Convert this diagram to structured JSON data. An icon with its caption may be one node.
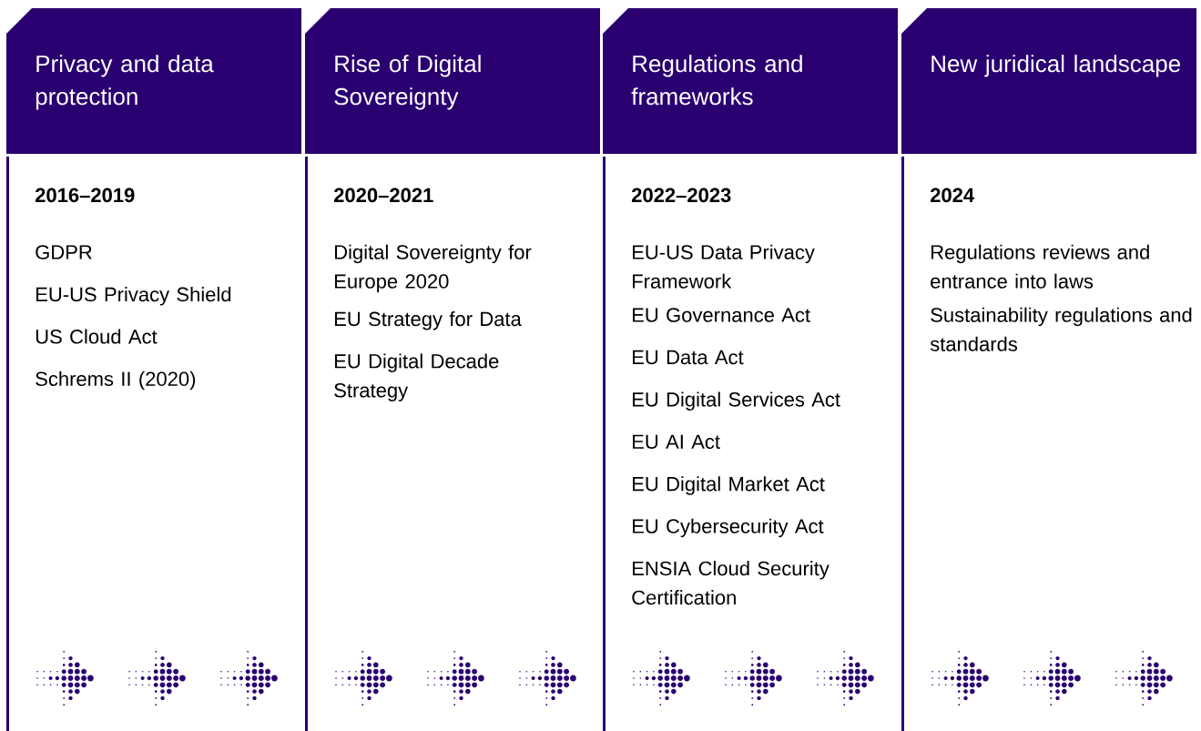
{
  "diagram": {
    "nodes": [
      {
        "text": [
          "Privacy and data protection"
        ]
      },
      {
        "text": [
          "2016–2019",
          "GDPR",
          "EU-US Privacy Shield",
          "US Cloud Act",
          "Schrems II (2020)"
        ]
      },
      {
        "text": [
          "Rise of Digital Sovereignty"
        ]
      },
      {
        "text": [
          "2020–2021",
          "Digital Sovereignty for Europe 2020",
          "EU Strategy for Data",
          "EU Digital Decade Strategy"
        ]
      },
      {
        "text": [
          "Regulations and frameworks"
        ]
      },
      {
        "text": [
          "2022–2023",
          "EU-US Data Privacy Framework",
          "EU Governance Act",
          "EU Data Act",
          "EU Digital Services Act",
          "EU AI Act",
          "EU Digital Market Act",
          "EU Cybersecurity Act",
          "ENSIA Cloud Security Certification"
        ]
      },
      {
        "text": [
          "New juridical landscape"
        ]
      },
      {
        "text": [
          "2024",
          "Regulations reviews and entrance into laws",
          "Sustainability regulations and standards"
        ]
      }
    ]
  }
}
